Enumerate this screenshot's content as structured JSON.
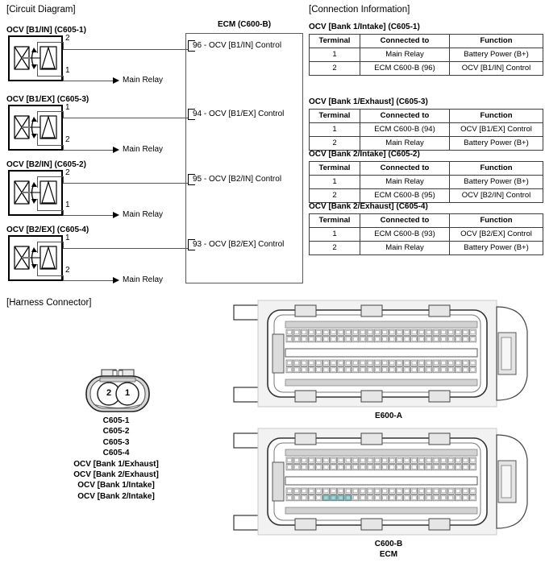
{
  "sections": {
    "circuit_diagram": "[Circuit Diagram]",
    "connection_information": "[Connection Information]",
    "harness_connector": "[Harness Connector]"
  },
  "ecm": {
    "title": "ECM (C600-B)",
    "pins": [
      {
        "label": "96 - OCV [B1/IN] Control",
        "number": "96"
      },
      {
        "label": "94 - OCV [B1/EX] Control",
        "number": "94"
      },
      {
        "label": "95 - OCV [B2/IN] Control",
        "number": "95"
      },
      {
        "label": "93 - OCV [B2/EX] Control",
        "number": "93"
      }
    ]
  },
  "circuit_blocks": [
    {
      "title": "OCV [B1/IN] (C605-1)",
      "top_pin": "2",
      "bottom_pin": "1",
      "relay_label": "Main Relay"
    },
    {
      "title": "OCV [B1/EX] (C605-3)",
      "top_pin": "1",
      "bottom_pin": "2",
      "relay_label": "Main Relay"
    },
    {
      "title": "OCV [B2/IN] (C605-2)",
      "top_pin": "2",
      "bottom_pin": "1",
      "relay_label": "Main Relay"
    },
    {
      "title": "OCV [B2/EX] (C605-4)",
      "top_pin": "1",
      "bottom_pin": "2",
      "relay_label": "Main Relay"
    }
  ],
  "tables": [
    {
      "title": "OCV [Bank 1/Intake] (C605-1)",
      "headers": [
        "Terminal",
        "Connected to",
        "Function"
      ],
      "rows": [
        [
          "1",
          "Main Relay",
          "Battery Power (B+)"
        ],
        [
          "2",
          "ECM C600-B (96)",
          "OCV [B1/IN] Control"
        ]
      ]
    },
    {
      "title": "OCV [Bank 1/Exhaust] (C605-3)",
      "headers": [
        "Terminal",
        "Connected to",
        "Function"
      ],
      "rows": [
        [
          "1",
          "ECM C600-B (94)",
          "OCV [B1/EX] Control"
        ],
        [
          "2",
          "Main Relay",
          "Battery Power (B+)"
        ]
      ]
    },
    {
      "title": "OCV [Bank 2/Intake] (C605-2)",
      "headers": [
        "Terminal",
        "Connected to",
        "Function"
      ],
      "rows": [
        [
          "1",
          "Main Relay",
          "Battery Power (B+)"
        ],
        [
          "2",
          "ECM C600-B (95)",
          "OCV [B2/IN] Control"
        ]
      ]
    },
    {
      "title": "OCV [Bank 2/Exhaust] (C605-4)",
      "headers": [
        "Terminal",
        "Connected to",
        "Function"
      ],
      "rows": [
        [
          "1",
          "ECM C600-B (93)",
          "OCV [B2/EX] Control"
        ],
        [
          "2",
          "Main Relay",
          "Battery Power (B+)"
        ]
      ]
    }
  ],
  "harness": {
    "pin_left": "2",
    "pin_right": "1",
    "labels": [
      "C605-1",
      "C605-2",
      "C605-3",
      "C605-4",
      "OCV [Bank 1/Exhaust]",
      "OCV [Bank 2/Exhaust]",
      "OCV [Bank 1/Intake]",
      "OCV [Bank 2/Intake]"
    ]
  },
  "ecm_connectors": [
    {
      "caption_line1": "E600-A",
      "caption_line2": ""
    },
    {
      "caption_line1": "C600-B",
      "caption_line2": "ECM"
    }
  ],
  "colors": {
    "highlight_pin": "#6fc8cc",
    "wire": "#555555",
    "frame": "#5a5a5a",
    "body": "#000000"
  }
}
